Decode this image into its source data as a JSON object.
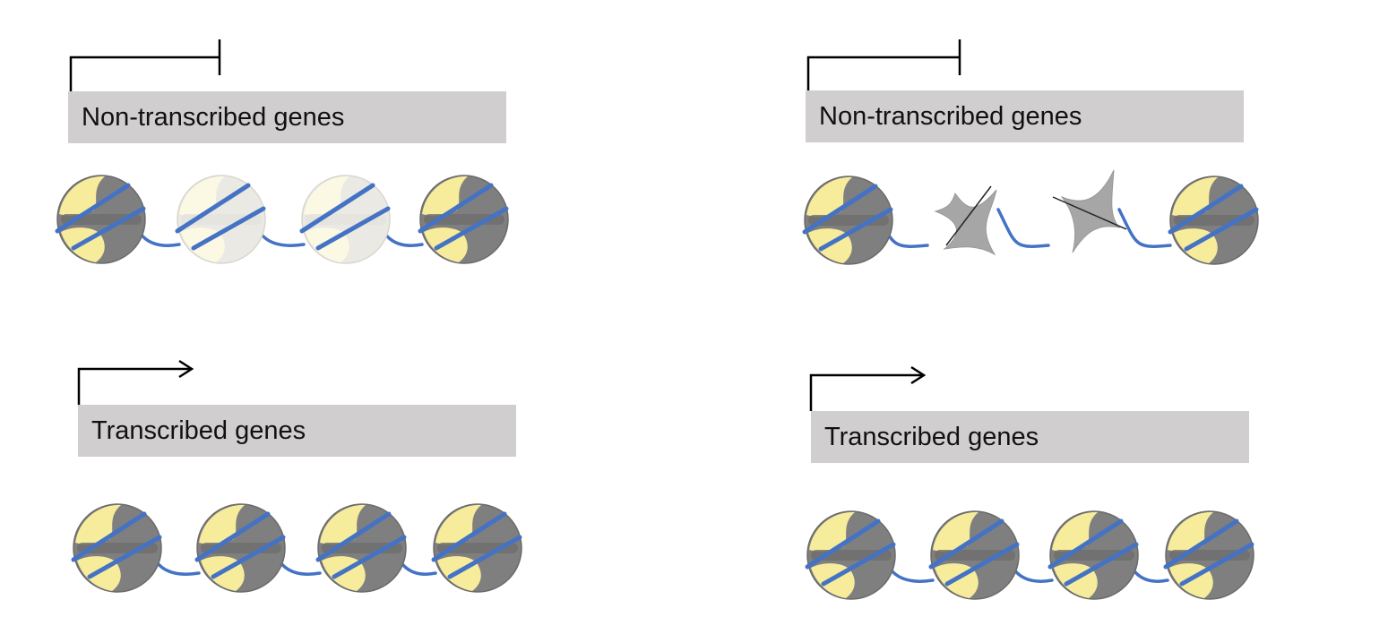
{
  "colors": {
    "label_box": "#d0cece",
    "dna": "#4472c4",
    "nucleosome_yellow": "#f6ec9c",
    "nucleosome_grey": "#7f7f7f",
    "faded_yellow": "#fbf8e3",
    "promoter_line": "#000000"
  },
  "panels": {
    "top_left": {
      "label": "Non-transcribed genes",
      "promoter": "blunt",
      "nucleosomes": [
        "normal",
        "faded",
        "faded",
        "normal"
      ]
    },
    "top_right": {
      "label": "Non-transcribed genes",
      "promoter": "blunt",
      "nucleosomes": [
        "normal",
        "degraded",
        "degraded",
        "normal"
      ]
    },
    "bottom_left": {
      "label": "Transcribed genes",
      "promoter": "arrow",
      "nucleosomes": [
        "normal",
        "normal",
        "normal",
        "normal"
      ]
    },
    "bottom_right": {
      "label": "Transcribed genes",
      "promoter": "arrow",
      "nucleosomes": [
        "normal",
        "normal",
        "normal",
        "normal"
      ]
    }
  }
}
